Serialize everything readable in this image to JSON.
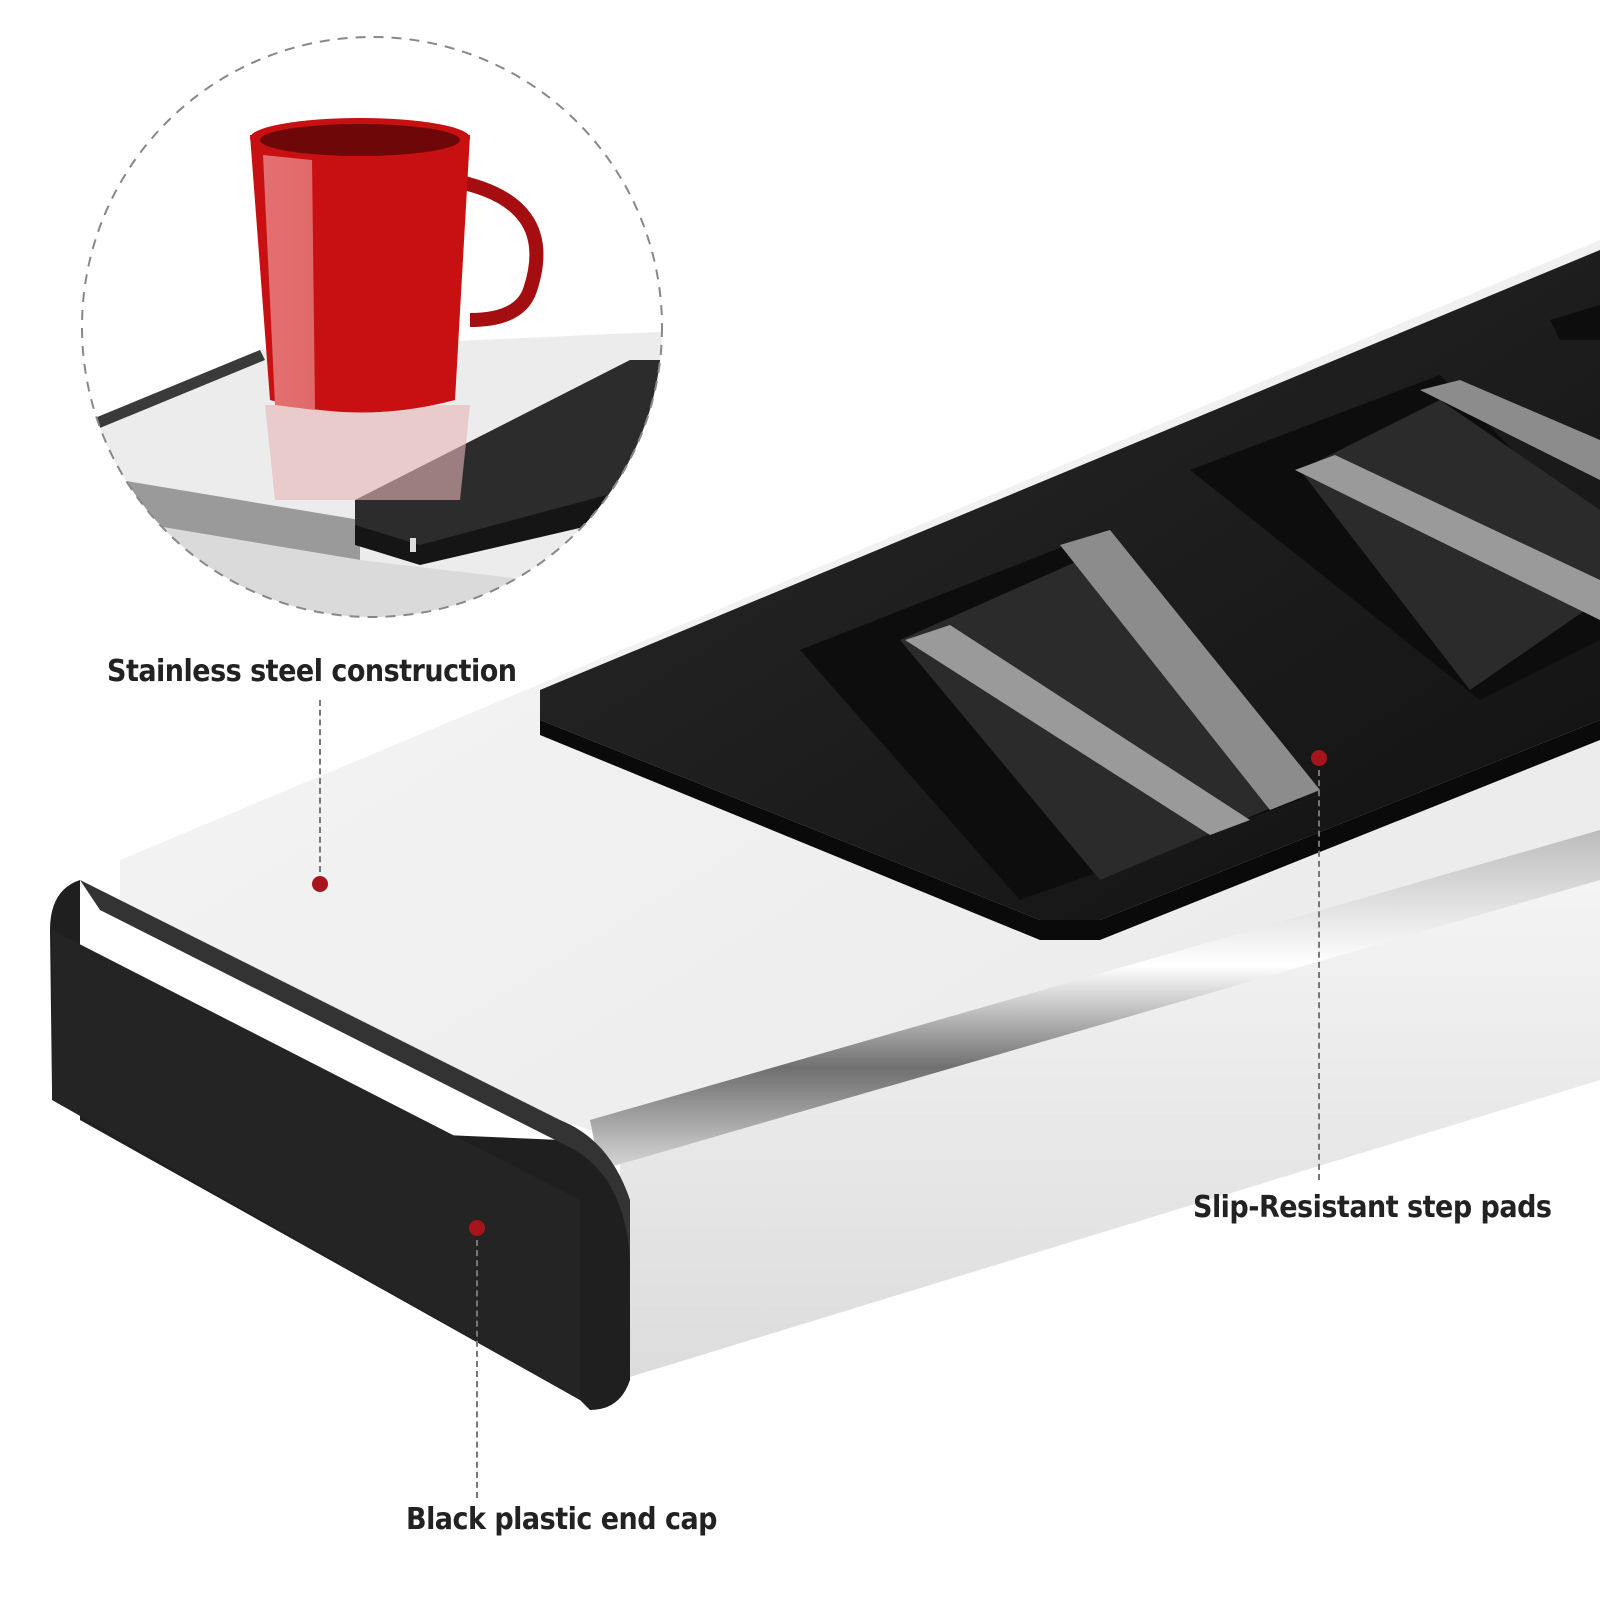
{
  "callouts": [
    {
      "id": "stainless",
      "label": "Stainless steel construction"
    },
    {
      "id": "step-pads",
      "label": "Slip-Resistant step pads"
    },
    {
      "id": "end-cap",
      "label": "Black plastic end cap"
    }
  ],
  "colors": {
    "accent_dot": "#a8141b",
    "mug_red": "#c81012",
    "mug_inner": "#6e0808",
    "pad_black": "#1c1c1c",
    "steel_light": "#f2f2f2",
    "label_text": "#222222"
  },
  "inset": {
    "description": "Detail view: red mug on stainless step surface next to black pad"
  }
}
